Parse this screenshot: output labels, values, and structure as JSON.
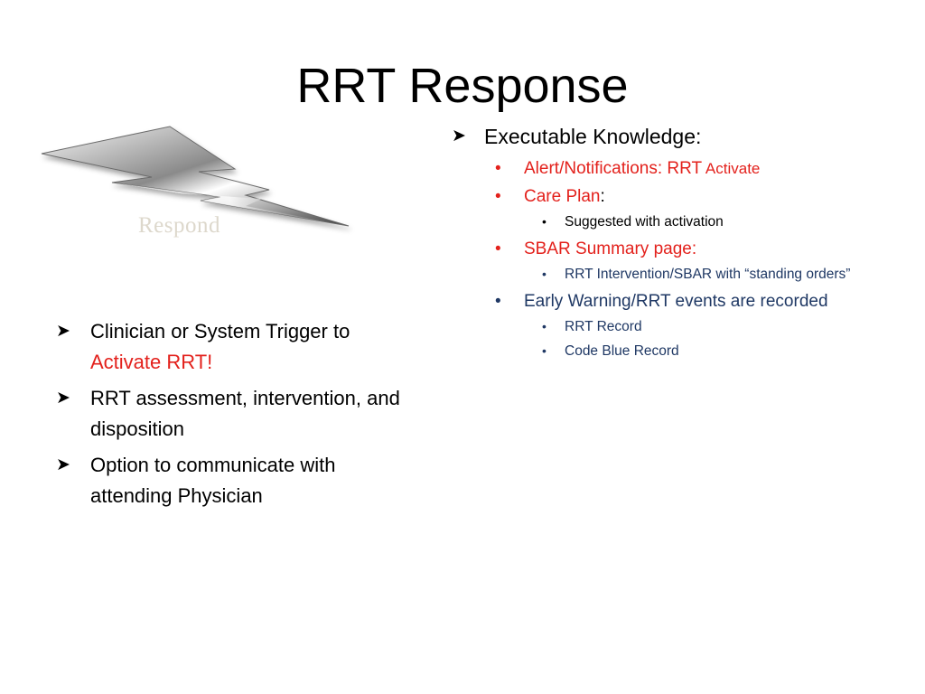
{
  "slide": {
    "title": "RRT Response",
    "graphic": {
      "icon": "lightning-bolt-icon",
      "label": "Respond"
    },
    "right": {
      "heading": "Executable Knowledge:",
      "alert_label": "Alert/Notifications: RRT",
      "alert_suffix": " Activate",
      "care_plan_label": "Care Plan",
      "care_plan_colon": ":",
      "care_plan_sub": "Suggested with activation",
      "sbar_label": "SBAR Summary page:",
      "sbar_sub": "RRT Intervention/SBAR with “standing orders”",
      "early_warning": " Early Warning/RRT events are recorded",
      "record_items": [
        "RRT Record",
        "Code Blue Record"
      ]
    },
    "left": {
      "item1_text": "Clinician or System Trigger to ",
      "item1_red": "Activate RRT!",
      "item2": "RRT assessment, intervention, and disposition",
      "item3": "Option to communicate with attending Physician"
    },
    "colors": {
      "accent_red": "#e3211c",
      "navy": "#1f3864",
      "text": "#000000"
    }
  }
}
